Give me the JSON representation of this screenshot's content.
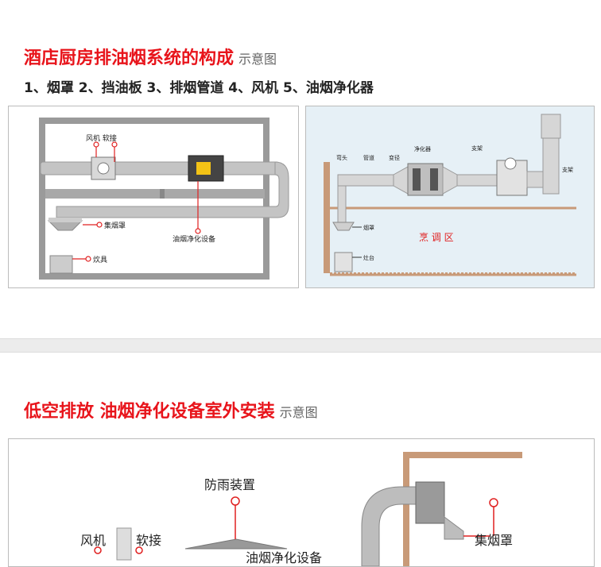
{
  "section1": {
    "title": "酒店厨房排油烟系统的构成",
    "title_note": "示意图",
    "subtitle": "1、烟罩 2、挡油板 3、排烟管道 4、风机 5、油烟净化器"
  },
  "diagram_left": {
    "labels": {
      "fan_hose": "风机 软接",
      "hood": "集烟罩",
      "purifier": "油烟净化设备",
      "stove": "炊具"
    }
  },
  "diagram_right": {
    "labels": {
      "elbow": "弯头",
      "duct": "管道",
      "reducer": "变径",
      "purifier": "净化器",
      "bracket1": "支架",
      "bracket2": "支架",
      "hood": "烟罩",
      "kitchen_area": "烹 调 区",
      "stove": "灶台"
    }
  },
  "section2": {
    "title": "低空排放  油烟净化设备室外安装",
    "title_note": "示意图"
  },
  "diagram_bottom": {
    "labels": {
      "rain_cover": "防雨装置",
      "fan": "风机",
      "hose": "软接",
      "purifier_partial": "油烟净化设备",
      "hood": "集烟罩"
    }
  },
  "colors": {
    "title_red": "#e8141b",
    "marker_red": "#e02020",
    "pipe_gray": "#b8b8b8",
    "wall_tan": "#c89a78"
  }
}
